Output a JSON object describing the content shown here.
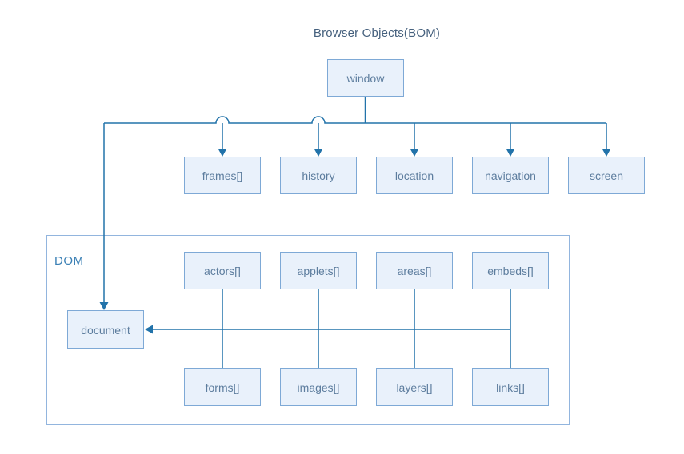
{
  "title": "Browser Objects(BOM)",
  "nodes": {
    "window": "window",
    "bom_children": [
      "frames[]",
      "history",
      "location",
      "navigation",
      "screen"
    ],
    "dom_label": "DOM",
    "document": "document",
    "dom_top_row": [
      "actors[]",
      "applets[]",
      "areas[]",
      "embeds[]"
    ],
    "dom_bottom_row": [
      "forms[]",
      "images[]",
      "layers[]",
      "links[]"
    ]
  },
  "colors": {
    "background": "#ffffff",
    "connector": "#2273aa",
    "node_fill": "#e9f1fb",
    "node_border": "#7ea9d6",
    "node_text": "#5d7d9e",
    "dom_border": "#92b5de",
    "dom_label_text": "#3b80b5",
    "title_text": "#46617e"
  }
}
